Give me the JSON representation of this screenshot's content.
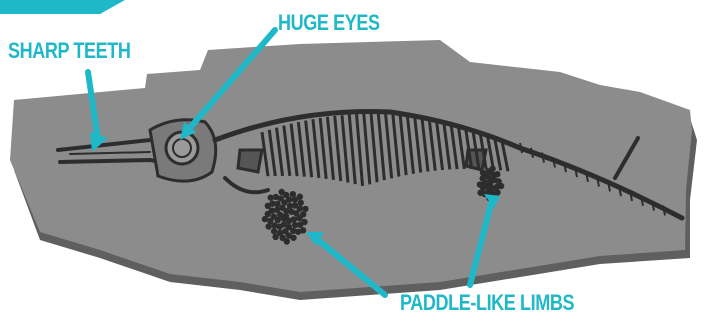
{
  "labels": {
    "sharp_teeth": "SHARP TEETH",
    "huge_eyes": "HUGE EYES",
    "paddle_limbs": "PADDLE-LIKE LIMBS"
  },
  "colors": {
    "accent": "#1fb8c8",
    "slab": "#8c8c8c",
    "slab_edge": "#5f5f5f",
    "bone": "#2d2d2d"
  }
}
